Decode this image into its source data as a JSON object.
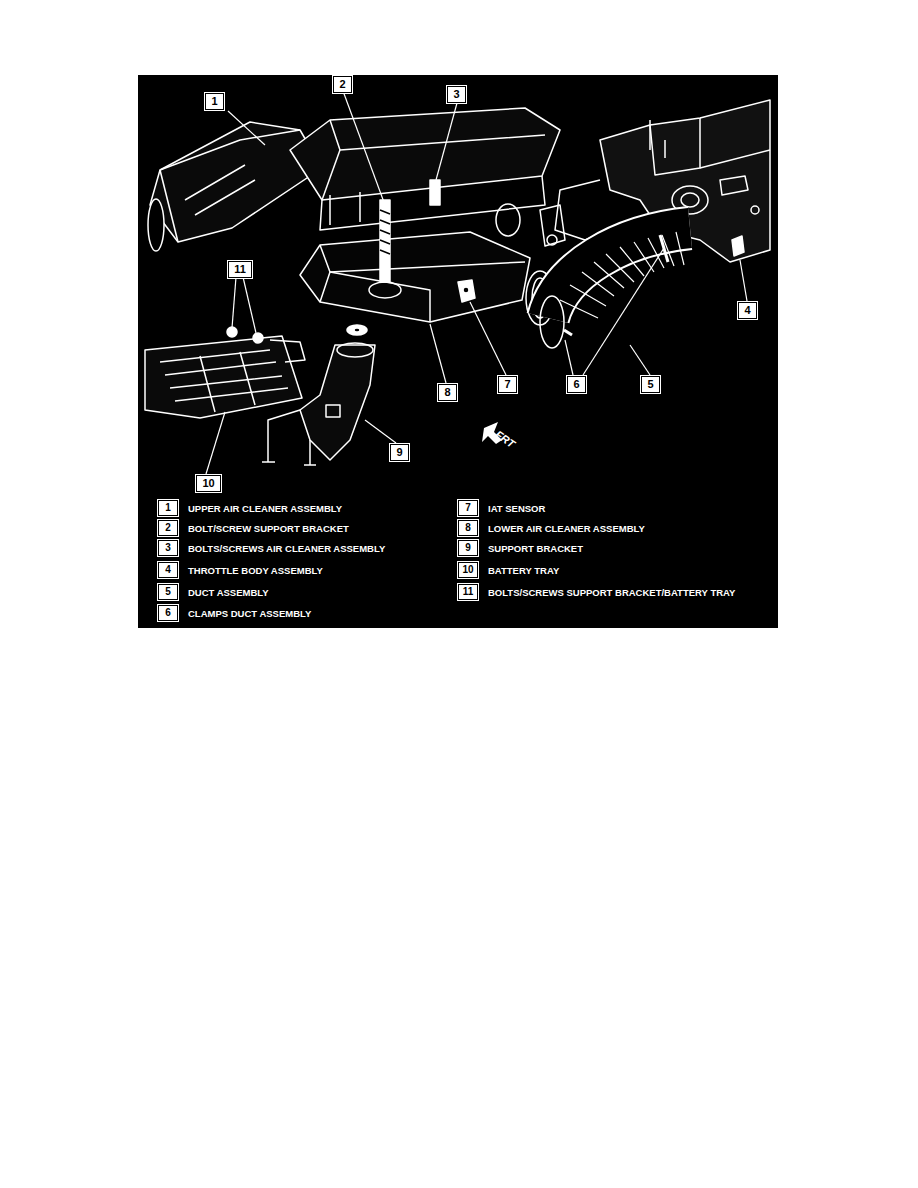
{
  "diagram": {
    "nodes": [
      {
        "text": [
          "1"
        ]
      },
      {
        "text": [
          "2"
        ]
      },
      {
        "text": [
          "3"
        ]
      },
      {
        "text": [
          "4"
        ]
      },
      {
        "text": [
          "5"
        ]
      },
      {
        "text": [
          "6"
        ]
      },
      {
        "text": [
          "7"
        ]
      },
      {
        "text": [
          "8"
        ]
      },
      {
        "text": [
          "9"
        ]
      },
      {
        "text": [
          "10"
        ]
      },
      {
        "text": [
          "11"
        ]
      },
      {
        "text": [
          "1",
          "UPPER AIR CLEANER ASSEMBLY"
        ]
      },
      {
        "text": [
          "2",
          "BOLT/SCREW SUPPORT BRACKET"
        ]
      },
      {
        "text": [
          "3",
          "BOLTS/SCREWS AIR CLEANER ASSEMBLY"
        ]
      },
      {
        "text": [
          "4",
          "THROTTLE BODY ASSEMBLY"
        ]
      },
      {
        "text": [
          "5",
          "DUCT ASSEMBLY"
        ]
      },
      {
        "text": [
          "6",
          "CLAMPS DUCT ASSEMBLY"
        ]
      },
      {
        "text": [
          "7",
          "IAT SENSOR"
        ]
      },
      {
        "text": [
          "8",
          "LOWER AIR CLEANER ASSEMBLY"
        ]
      },
      {
        "text": [
          "9",
          "SUPPORT BRACKET"
        ]
      },
      {
        "text": [
          "10",
          "BATTERY TRAY"
        ]
      },
      {
        "text": [
          "11",
          "BOLTS/SCREWS SUPPORT BRACKET/BATTERY TRAY"
        ]
      }
    ],
    "labels": [
      "FRT"
    ]
  }
}
